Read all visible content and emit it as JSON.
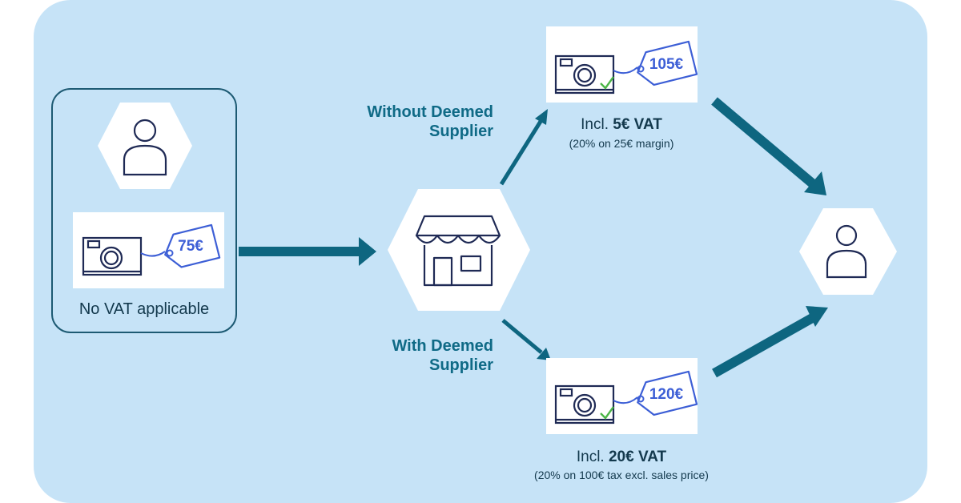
{
  "seller": {
    "price": "75€",
    "caption": "No VAT applicable"
  },
  "routes": {
    "without": {
      "label_line1": "Without Deemed",
      "label_line2": "Supplier",
      "price": "105€",
      "vat_prefix": "Incl. ",
      "vat_amount": "5€ VAT",
      "vat_note": "(20% on 25€ margin)"
    },
    "with": {
      "label_line1": "With Deemed",
      "label_line2": "Supplier",
      "price": "120€",
      "vat_prefix": "Incl. ",
      "vat_amount": "20€ VAT",
      "vat_note": "(20% on 100€ tax excl. sales price)"
    }
  },
  "icons": {
    "seller": "person-icon",
    "shop": "storefront-icon",
    "buyer": "person-icon",
    "product": "camera-icon",
    "tag": "price-tag-icon",
    "check": "checkmark-icon"
  },
  "colors": {
    "panel": "#c6e3f7",
    "arrow": "#0e6680",
    "text": "#13394d",
    "route_label": "#0f6a86",
    "tag": "#3d5fd6",
    "check": "#4cb648",
    "icon_stroke": "#1f2a55"
  }
}
